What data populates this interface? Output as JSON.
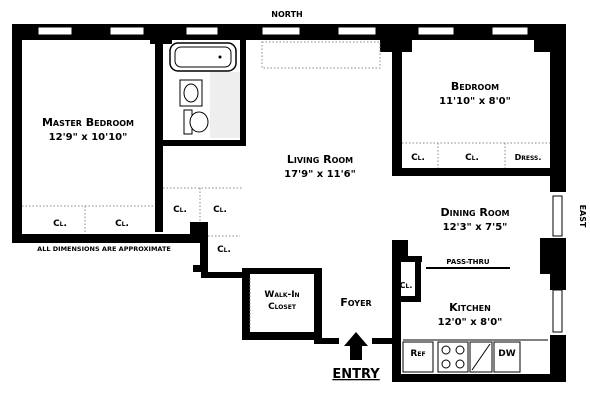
{
  "compass": {
    "north": "North",
    "east": "East"
  },
  "rooms": {
    "master_bedroom": {
      "name": "Master Bedroom",
      "dims": "12'9\" x 10'10\""
    },
    "bedroom": {
      "name": "Bedroom",
      "dims": "11'10\" x 8'0\""
    },
    "living_room": {
      "name": "Living Room",
      "dims": "17'9\" x 11'6\""
    },
    "dining_room": {
      "name": "Dining Room",
      "dims": "12'3\" x 7'5\""
    },
    "kitchen": {
      "name": "Kitchen",
      "dims": "12'0\" x 8'0\""
    },
    "foyer": {
      "name": "Foyer"
    },
    "walk_in_closet": {
      "line1": "Walk-In",
      "line2": "Closet"
    }
  },
  "closet_label": "Cl.",
  "dresser_label": "Dress.",
  "pass_thru_label": "Pass-Thru",
  "appliances": {
    "ref": "Ref",
    "dw": "DW"
  },
  "note": "All dimensions are approximate",
  "entry_label": "ENTRY"
}
